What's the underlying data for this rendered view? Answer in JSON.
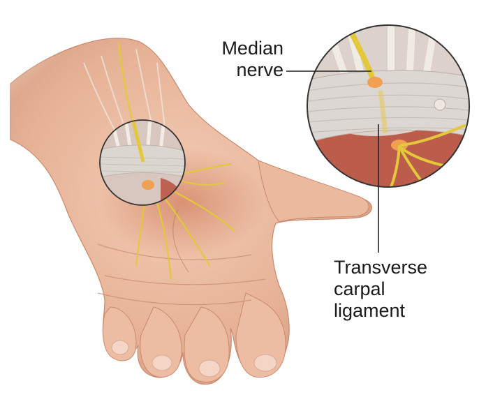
{
  "labels": {
    "median_nerve": [
      "Median",
      "nerve"
    ],
    "transverse_carpal_ligament": [
      "Transverse",
      "carpal",
      "ligament"
    ]
  },
  "colors": {
    "skin": "#e8b598",
    "skin_shadow": "#c98f72",
    "skin_highlight": "#f6d7c4",
    "nerve": "#e2c83a",
    "ligament": "#d9d2cc",
    "tendon": "#eee7e1",
    "muscle": "#b8503e",
    "leader_line": "#222222"
  }
}
